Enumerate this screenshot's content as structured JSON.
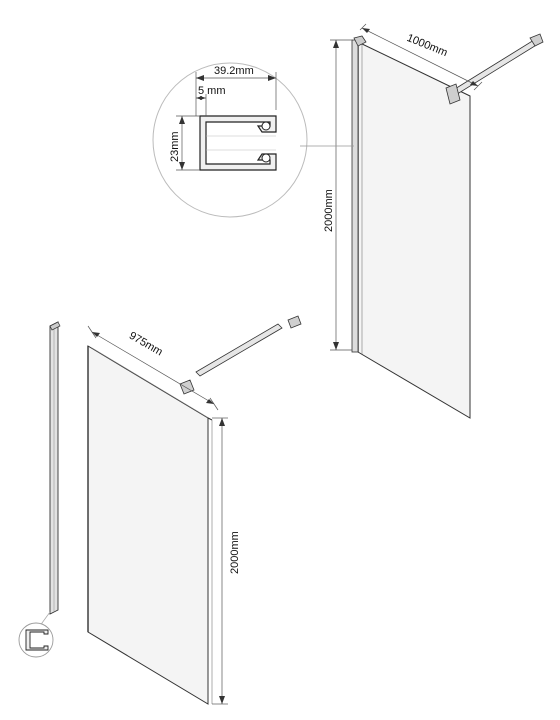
{
  "diagram": {
    "labels": {
      "top_panel_width": "1000mm",
      "top_panel_height": "2000mm",
      "profile_width": "39.2mm",
      "profile_slot": "5 mm",
      "profile_depth": "23mm",
      "bottom_panel_width": "975mm",
      "bottom_panel_height": "2000mm"
    }
  }
}
